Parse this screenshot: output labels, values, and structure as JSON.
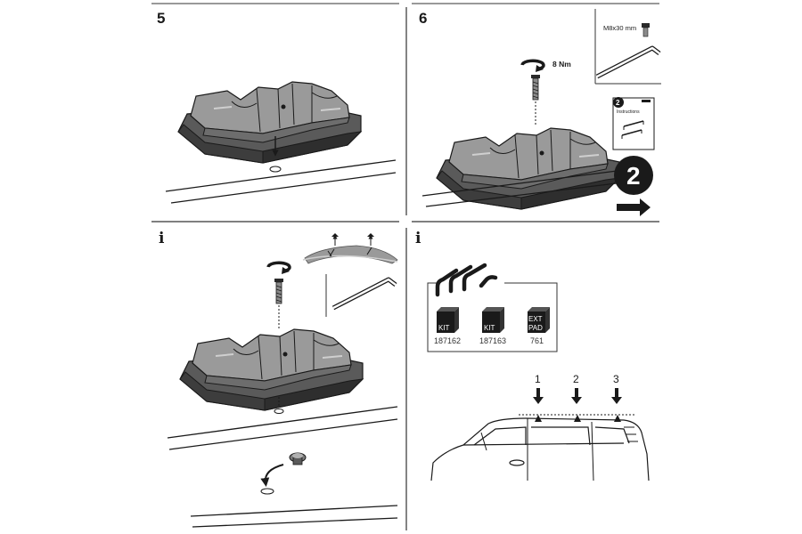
{
  "panels": {
    "step5": {
      "number": "5"
    },
    "step6": {
      "number": "6",
      "torque": "8 Nm",
      "bolt_spec": "M8x30 mm",
      "instructions_card": {
        "number": "2",
        "title": "Instructions"
      },
      "next_step": "2"
    },
    "info_left": {
      "marker": "i"
    },
    "info_right": {
      "marker": "i",
      "kits": [
        {
          "box_label": "KIT",
          "code": "187162"
        },
        {
          "box_label": "KIT",
          "code": "187163"
        },
        {
          "box_label": "EXT\nPAD",
          "box_line1": "EXT",
          "box_line2": "PAD",
          "code": "761"
        }
      ],
      "positions": [
        "1",
        "2",
        "3"
      ]
    }
  },
  "colors": {
    "ink": "#1a1a1a",
    "foot_dark": "#4a4a4a",
    "foot_mid": "#7a7a7a",
    "foot_light": "#b0b0b0",
    "divider": "#333333"
  }
}
